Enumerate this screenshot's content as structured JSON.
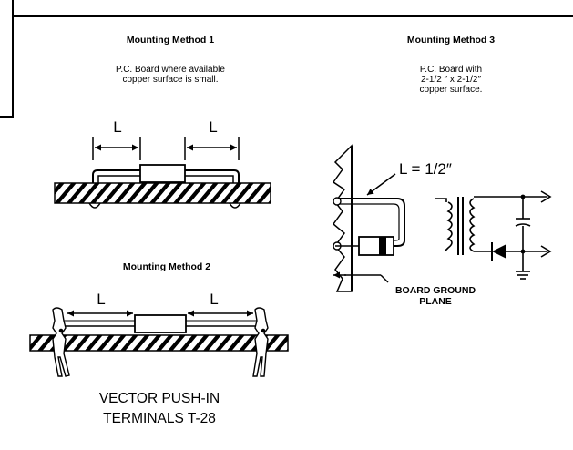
{
  "method1": {
    "title": "Mounting Method 1",
    "desc_line1": "P.C. Board where available",
    "desc_line2": "copper surface is small.",
    "dim_left": "L",
    "dim_right": "L"
  },
  "method2": {
    "title": "Mounting Method 2",
    "dim_left": "L",
    "dim_right": "L",
    "caption_line1": "VECTOR PUSH-IN",
    "caption_line2": "TERMINALS T-28"
  },
  "method3": {
    "title": "Mounting Method 3",
    "desc_line1": "P.C. Board with",
    "desc_line2": "2-1/2 ″ x 2-1/2″",
    "desc_line3": "copper surface.",
    "lead_length": "L = 1/2″",
    "ground_line1": "BOARD GROUND",
    "ground_line2": "PLANE"
  }
}
